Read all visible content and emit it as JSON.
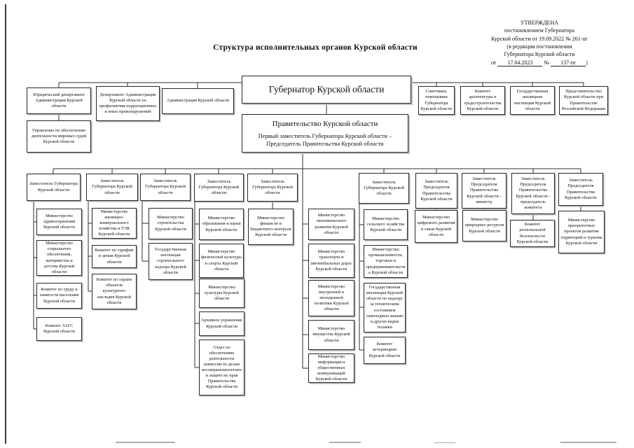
{
  "page": {
    "title": "Структура исполнительных органов Курской области",
    "approval": {
      "lines": [
        "УТВЕРЖДЕНА",
        "постановлением Губернатора",
        "Курской области от 19.09.2022 № 261-пг",
        "(в редакции постановления",
        "Губернатора Курской области"
      ],
      "from_label": "от",
      "date": "17.04.2023",
      "num_sign": "№",
      "number": "137-пг",
      "paren": ")"
    }
  },
  "org": {
    "governor": "Губернатор Курской области",
    "government_title": "Правительство Курской области",
    "government_subtitle": "Первый заместитель Губернатора Курской области – Председатель Правительства Курской области",
    "top_left": [
      "Юридический департамент Администрации Курской области",
      "Департамент Администрации Курской области по профилактике коррупционных и иных правонарушений",
      "Администрация Курской области"
    ],
    "top_left_sub": "Управление по обеспечению деятельности мировых судей Курской области",
    "top_right": [
      "Советники, помощники Губернатора Курской области",
      "Комитет архитектуры и градостроительства Курской области",
      "Государственная жилищная инспекция Курской области",
      "Представительство Курской области при Правительстве Российской Федерации"
    ],
    "pm_direct": [
      "Министерство экономического развития Курской области",
      "Министерство транспорта и автомобильных дорог Курской области",
      "Министерство внутренней и молодежной политики Курской области",
      "Министерство имущества Курской области",
      "Министерство информации и общественных коммуникаций Курской области"
    ],
    "deputies": [
      {
        "label": "Заместитель Губернатора Курской области",
        "children": [
          "Министерство здравоохранения Курской области",
          "Министерство социального обеспечения, материнства и детства Курской области",
          "Комитет по труду и занятости населения Курской области",
          "Комитет ЗАГС Курской области"
        ]
      },
      {
        "label": "Заместитель Губернатора Курской области",
        "children": [
          "Министерство жилищно-коммунального хозяйства и ТЭК Курской области",
          "Комитет по тарифам и ценам Курской области",
          "Комитет по охране объектов культурного наследия Курской области"
        ]
      },
      {
        "label": "Заместитель Губернатора Курской области",
        "children": [
          "Министерство строительства Курской области",
          "Государственная инспекция строительного надзора Курской области"
        ]
      },
      {
        "label": "Заместитель Губернатора Курской области",
        "children": [
          "Министерство образования и науки Курской области",
          "Министерство физической культуры и спорта Курской области",
          "Министерство культуры Курской области",
          "Архивное управление Курской области",
          "Отдел по обеспечению деятельности комиссии по делам несовершеннолетних и защите их прав Правительства Курской области"
        ]
      },
      {
        "label": "Заместитель Губернатора Курской области",
        "children": [
          "Министерство финансов и бюджетного контроля Курской области"
        ]
      },
      {
        "label": "Заместитель Губернатора Курской области",
        "children": [
          "Министерство сельского хозяйства Курской области",
          "Министерство промышленности, торговли и предпринимательства Курской области",
          "Государственная инспекция Курской области по надзору за техническим состоянием самоходных машин и других видов техники",
          "Комитет ветеринарии Курской области"
        ]
      },
      {
        "label": "Заместитель Председателя Правительства Курской области",
        "children": [
          "Министерство цифрового развития и связи Курской области"
        ]
      },
      {
        "label": "Заместитель Председателя Правительства Курской области - министр",
        "children": [
          "Министерство природных ресурсов Курской области"
        ]
      },
      {
        "label": "Заместитель Председателя Правительства Курской области - председатель комитета",
        "children": [
          "Комитет региональной безопасности Курской области"
        ]
      },
      {
        "label": "Заместитель Председателя Правительства Курской области",
        "children": [
          "Министерство приоритетных проектов развития территорий и туризма Курской области"
        ]
      }
    ]
  }
}
